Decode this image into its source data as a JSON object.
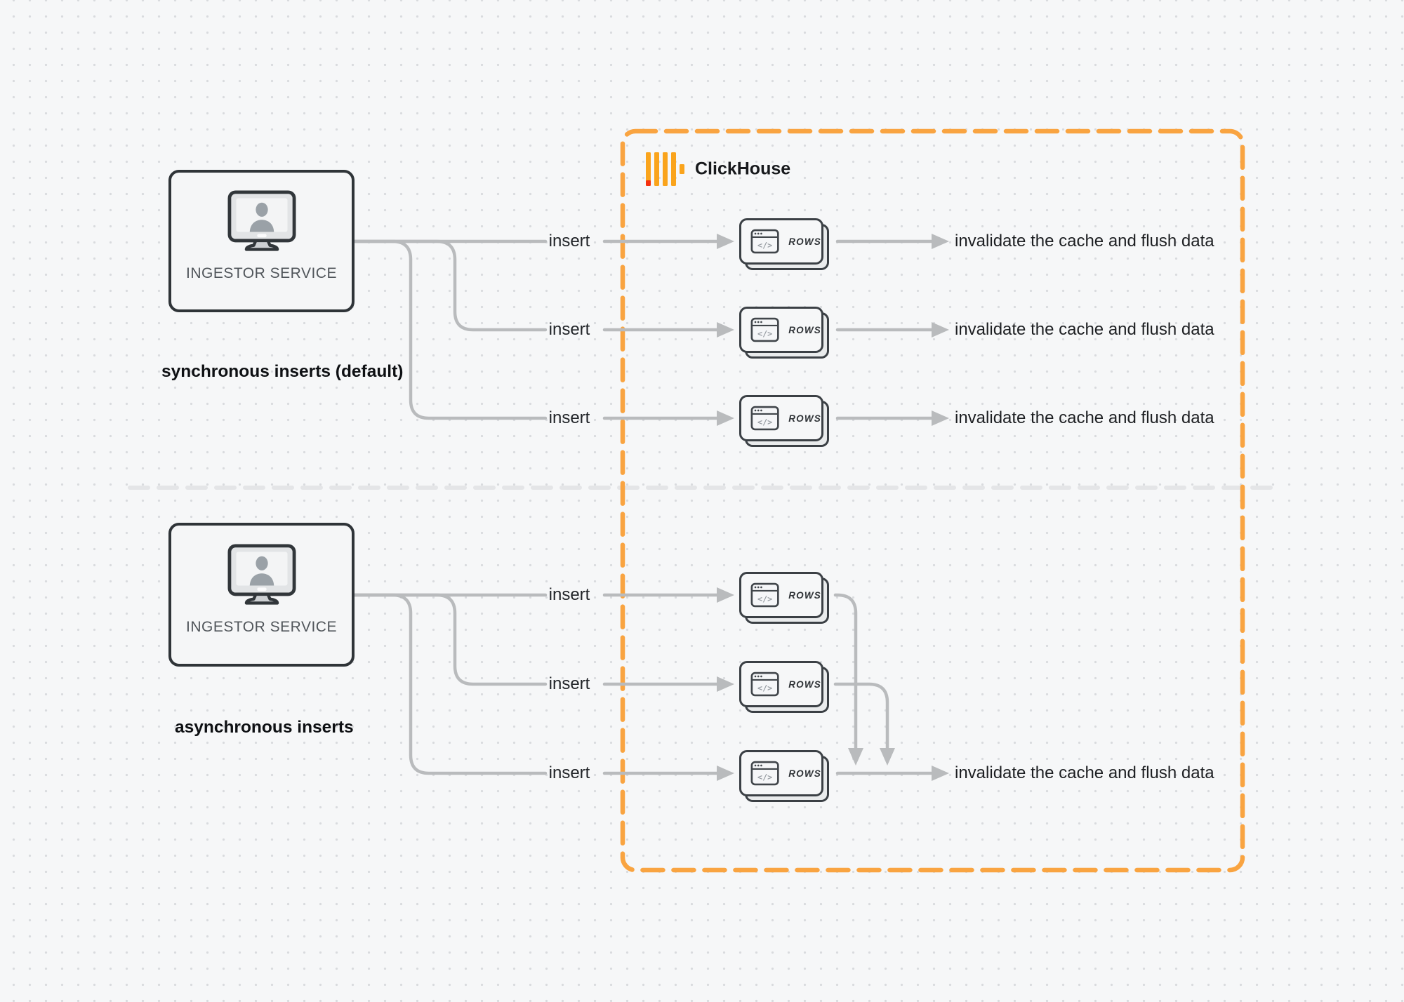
{
  "colors": {
    "background": "#f6f7f8",
    "dot_grid": "#d9dbde",
    "boundary_orange": "#F9A441",
    "logo_yellow": "#FAA41C",
    "logo_red": "#F5300F",
    "wire_gray": "#B9BBBD",
    "divider_gray": "#E4E5E7",
    "box_border": "#2F3438",
    "text_dark": "#1D1F22"
  },
  "clickhouse": {
    "title": "ClickHouse"
  },
  "sync": {
    "service": "INGESTOR SERVICE",
    "caption": "synchronous inserts (default)",
    "rows": [
      {
        "insert": "insert",
        "block": "ROWS",
        "result": "invalidate the cache and flush data"
      },
      {
        "insert": "insert",
        "block": "ROWS",
        "result": "invalidate the cache and flush data"
      },
      {
        "insert": "insert",
        "block": "ROWS",
        "result": "invalidate the cache and flush data"
      }
    ]
  },
  "async": {
    "service": "INGESTOR SERVICE",
    "caption": "asynchronous inserts",
    "rows": [
      {
        "insert": "insert",
        "block": "ROWS"
      },
      {
        "insert": "insert",
        "block": "ROWS"
      },
      {
        "insert": "insert",
        "block": "ROWS"
      }
    ],
    "result": "invalidate the cache and flush data"
  },
  "icons": {
    "service": "monitor-user-icon",
    "block": "code-window-icon",
    "logo": "clickhouse-bars-icon"
  }
}
